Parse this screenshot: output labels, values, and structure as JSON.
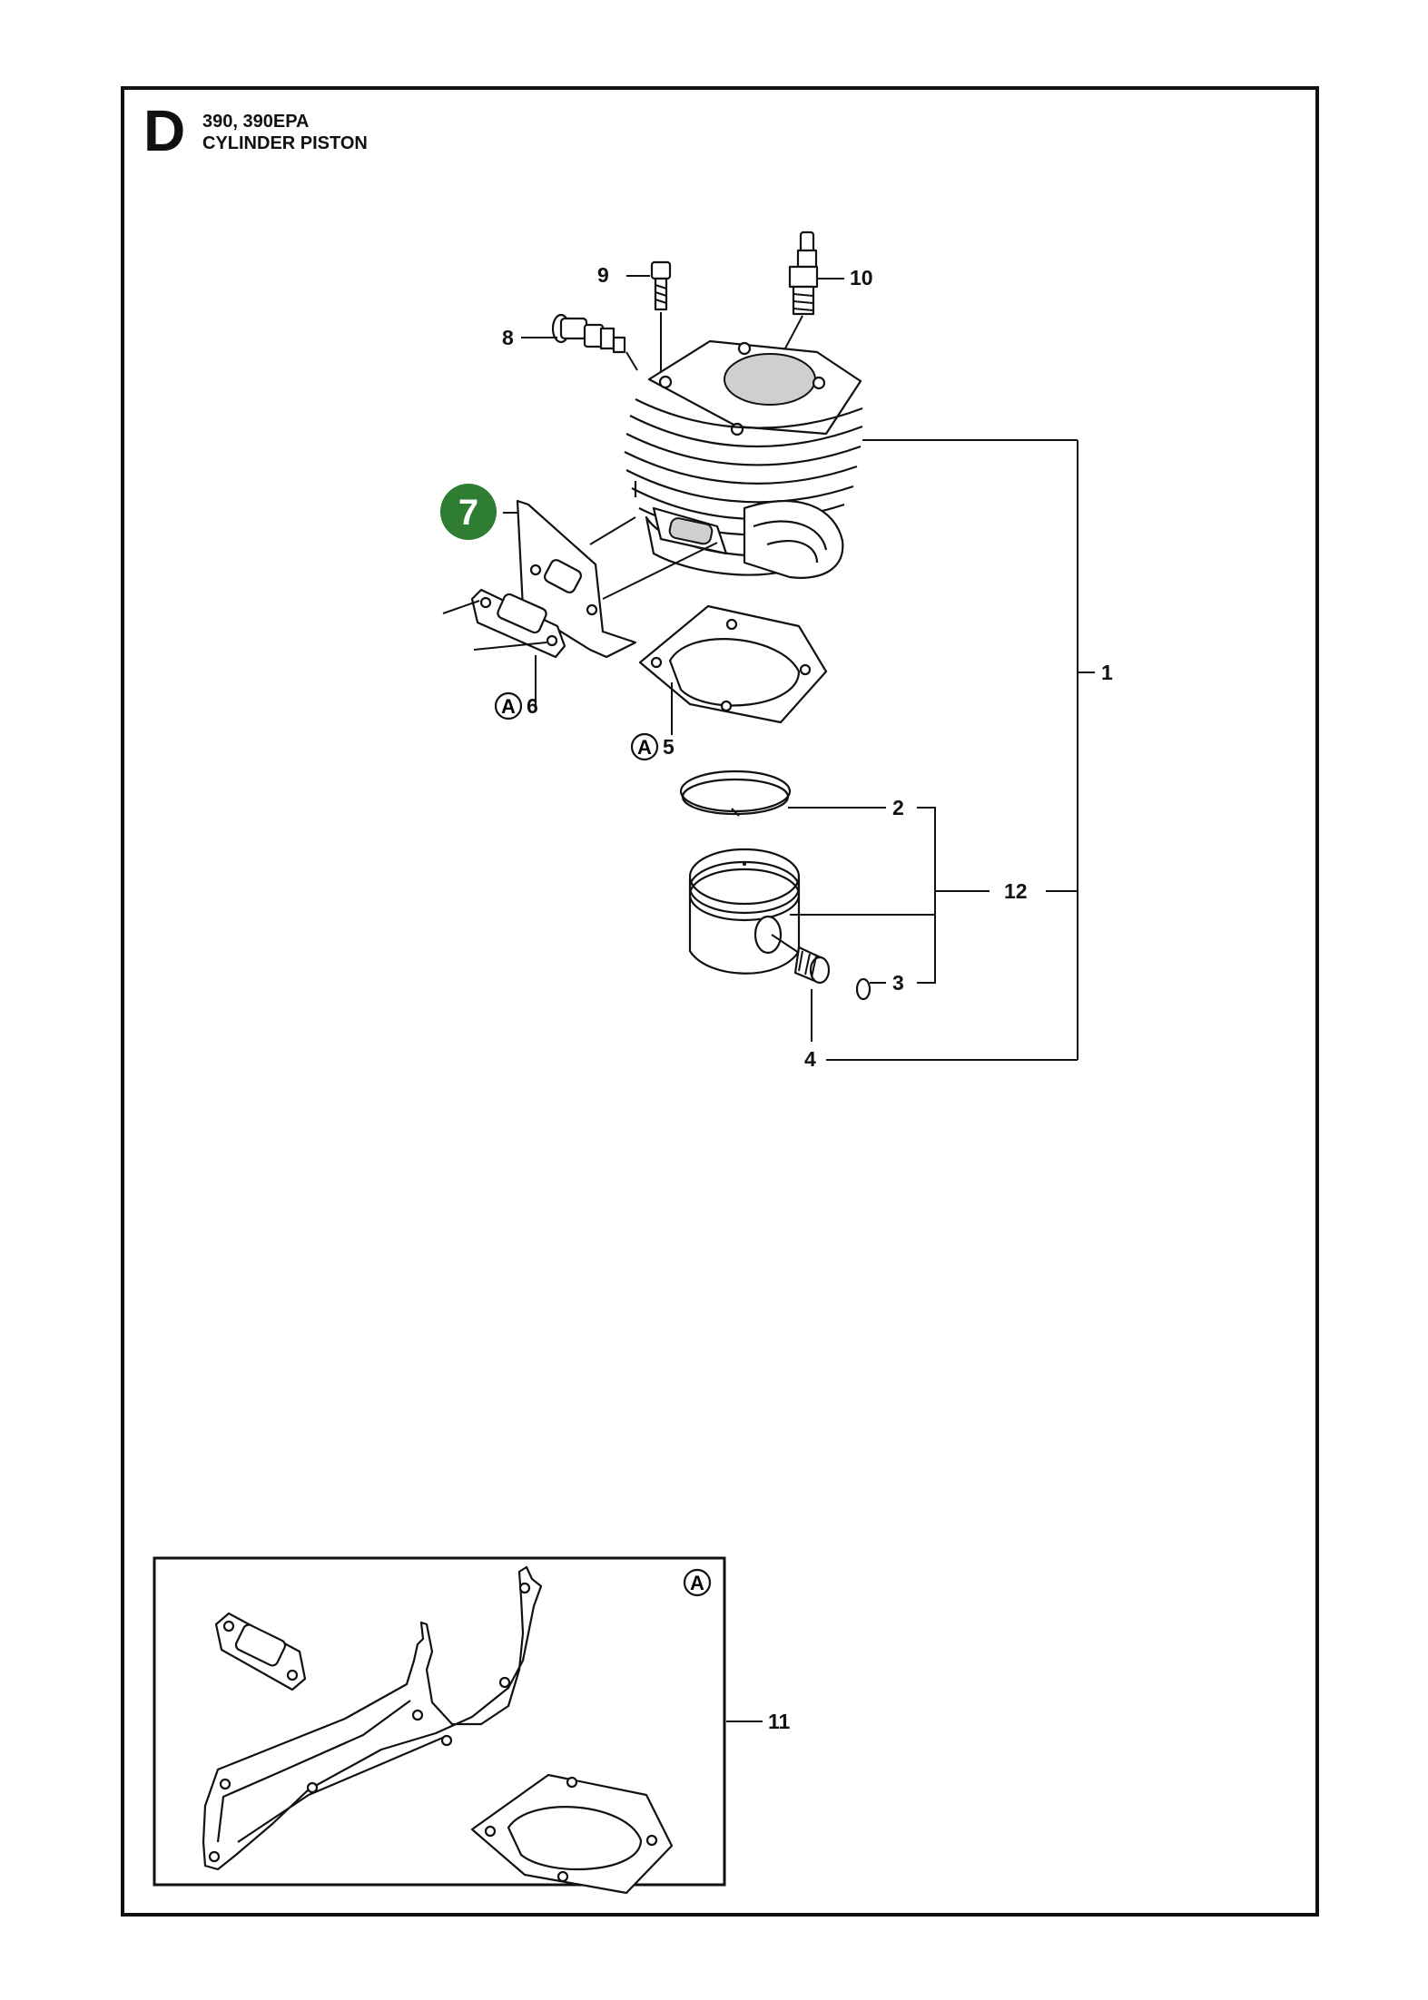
{
  "header": {
    "section_letter": "D",
    "model": "390, 390EPA",
    "title": "CYLINDER PISTON"
  },
  "highlight": {
    "label": "7",
    "color": "#2e7d32"
  },
  "callouts": {
    "c1": "1",
    "c2": "2",
    "c3": "3",
    "c4": "4",
    "c5": "5",
    "c6": "6",
    "c8": "8",
    "c9": "9",
    "c10": "10",
    "c11": "11",
    "c12": "12"
  },
  "kit_marker": "A",
  "inset": {
    "marker": "A"
  }
}
